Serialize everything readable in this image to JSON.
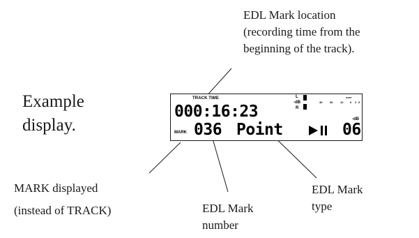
{
  "callouts": {
    "location": [
      "EDL Mark location",
      "(recording time from the",
      "beginning of the track)."
    ],
    "mark_displayed": [
      "MARK displayed",
      "(instead of TRACK)"
    ],
    "mark_number": [
      "EDL Mark",
      "number"
    ],
    "mark_type": [
      "EDL Mark",
      "type"
    ]
  },
  "example": [
    "Example",
    "display."
  ],
  "lcd": {
    "track_time_label": "TRACK TIME",
    "time": "000:16:23",
    "mark_label": "MARK",
    "mark_number": "036",
    "mark_type": "Point",
    "track_number": "06",
    "channel_l": "L",
    "channel_db": "-dB",
    "channel_r": "R",
    "db_right": "-dB",
    "scale_ticks": [
      "40",
      "30",
      "12",
      "6",
      "2",
      "0",
      "over"
    ]
  },
  "colors": {
    "ink": "#1a1a1a",
    "lcd_text": "#000000",
    "background": "#ffffff"
  },
  "icons": {
    "transport": "play-pause-icon"
  }
}
